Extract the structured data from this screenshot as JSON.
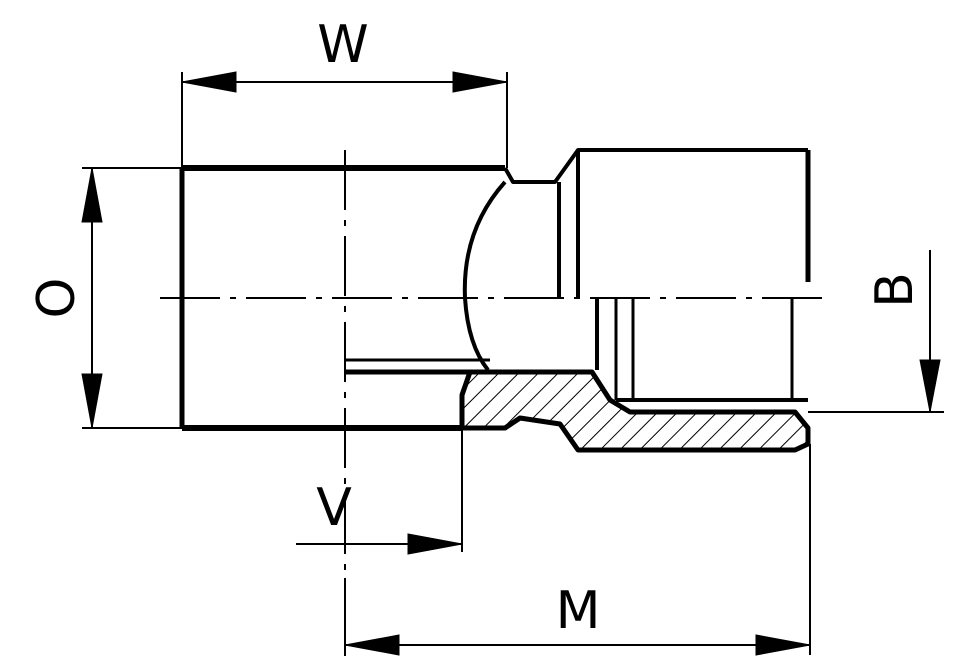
{
  "labels": {
    "W": "W",
    "O": "O",
    "B": "B",
    "V": "V",
    "M": "M"
  },
  "colors": {
    "line": "#000000",
    "background": "#ffffff"
  }
}
